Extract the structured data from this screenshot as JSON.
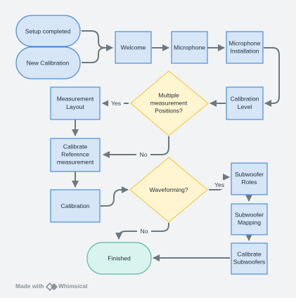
{
  "colors": {
    "background": "#f2f3f5",
    "process_fill": "#d6e6f7",
    "process_stroke": "#4b8fd6",
    "decision_fill": "#fff6d1",
    "decision_stroke": "#f1cd4c",
    "end_fill": "#d9f4ee",
    "end_stroke": "#59bba4",
    "edge": "#6e7880"
  },
  "nodes": {
    "setup": [
      "Setup completed"
    ],
    "newcal": [
      "New Calibration"
    ],
    "welcome": [
      "Welcome"
    ],
    "mic": [
      "Microphone"
    ],
    "micinst": [
      "Microphone",
      "Installation"
    ],
    "callevel": [
      "Calibration",
      "Level"
    ],
    "multi": [
      "Multiple",
      "measurement",
      "Positions?"
    ],
    "layout": [
      "Measurement",
      "Layout"
    ],
    "calref": [
      "Calibrate",
      "Reference",
      "measurement"
    ],
    "calibration": [
      "Calibration"
    ],
    "waveform": [
      "Waveforming?"
    ],
    "subroles": [
      "Subwoofer",
      "Roles"
    ],
    "submap": [
      "Subwoofer",
      "Mapping"
    ],
    "calsubs": [
      "Calibrate",
      "Subwoofers"
    ],
    "finished": [
      "Finished"
    ]
  },
  "edge_labels": {
    "yes1": "Yes",
    "no1": "No",
    "yes2": "Yes",
    "no2": "No"
  },
  "footer": {
    "made_with": "Made with",
    "brand": "Whimsical",
    "logo_icon": "whimsical-logo-icon"
  }
}
